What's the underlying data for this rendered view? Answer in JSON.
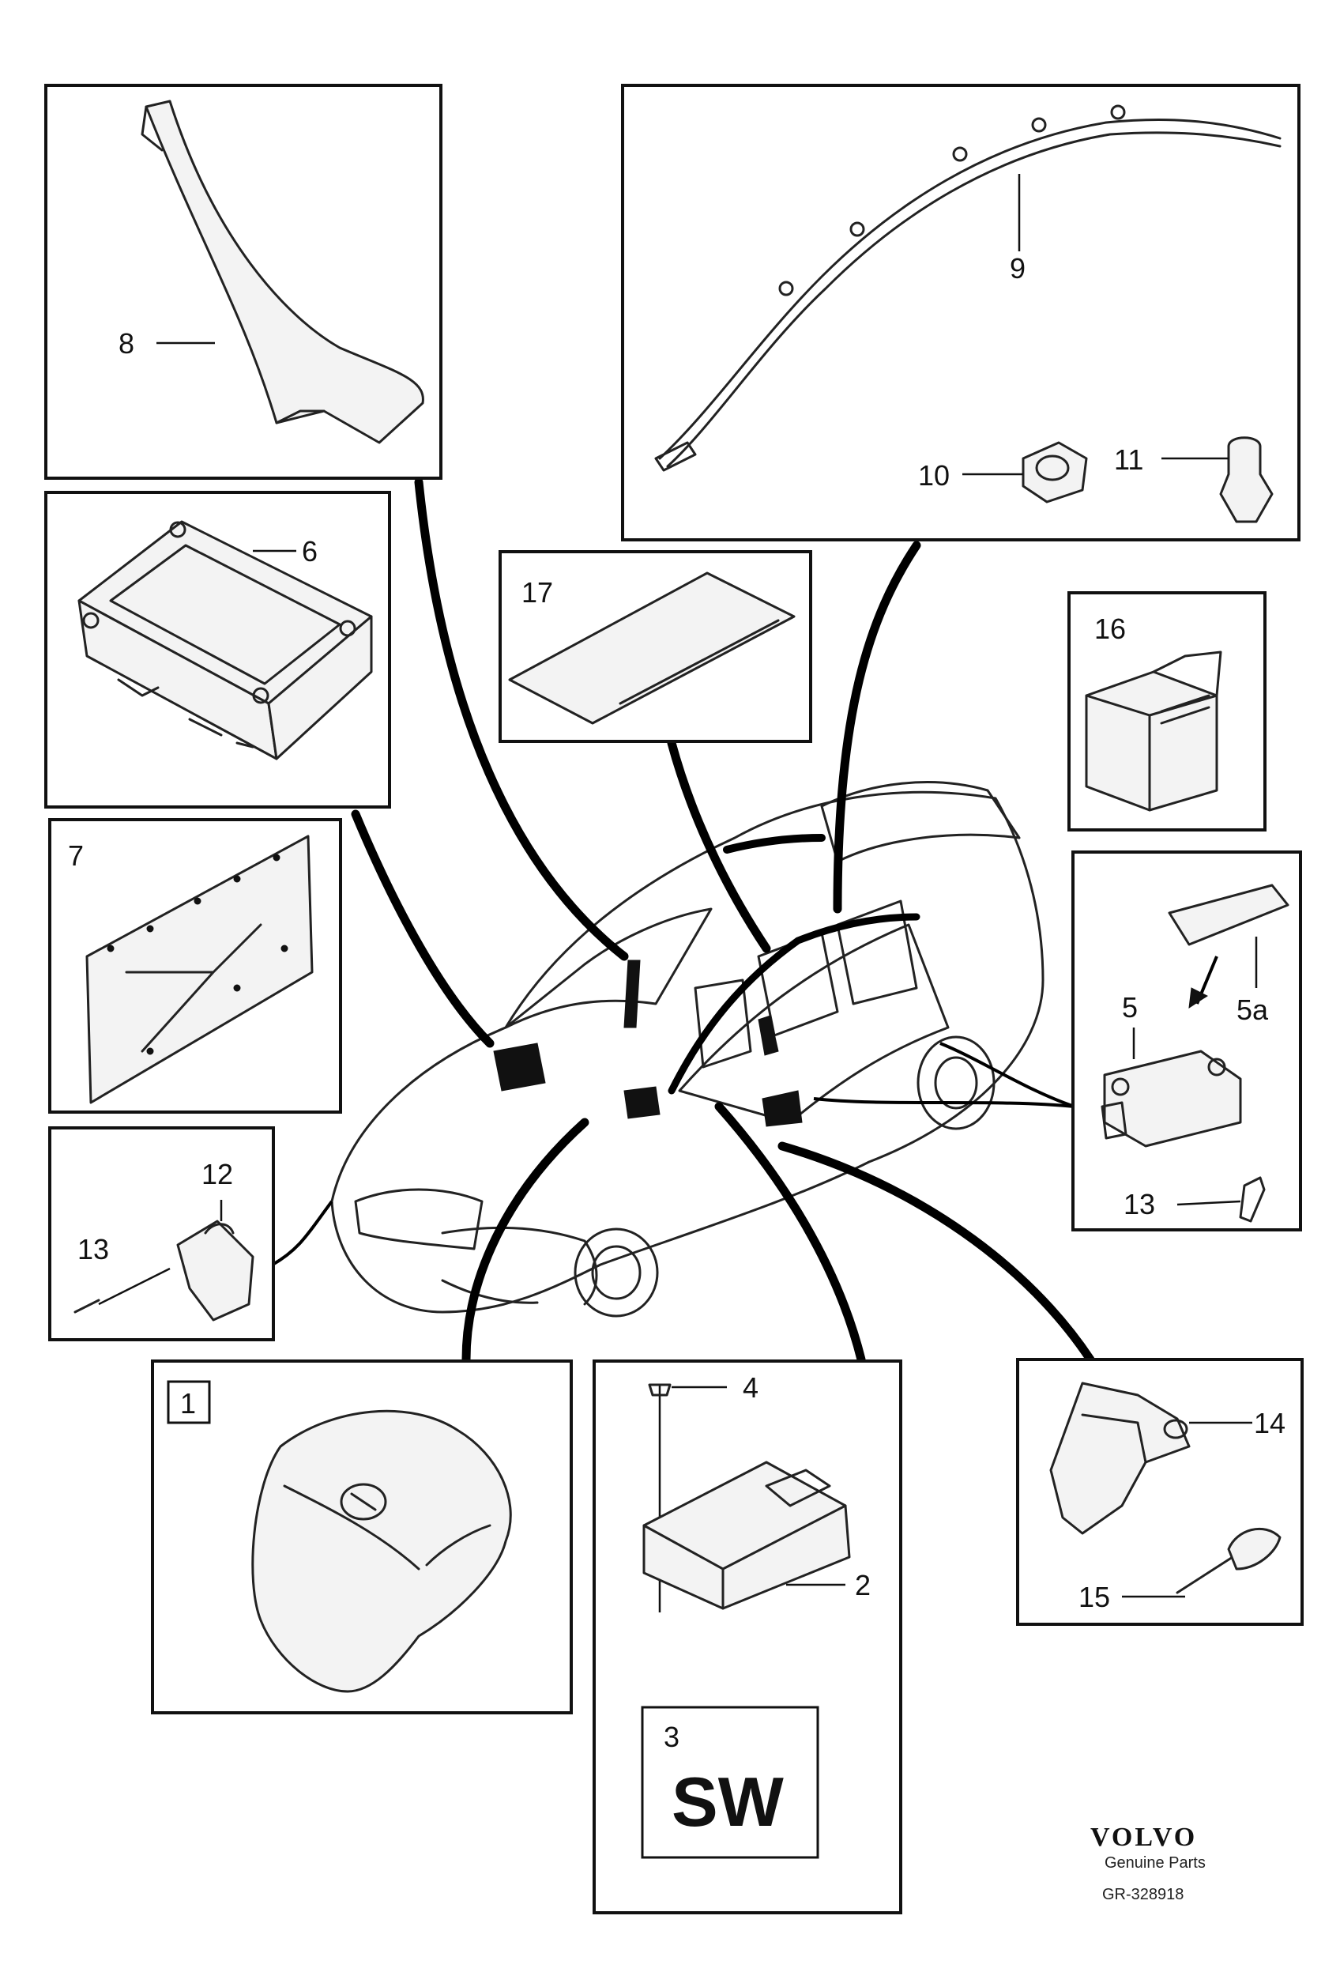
{
  "callouts": {
    "c1": "1",
    "c2": "2",
    "c3": "3",
    "c4": "4",
    "c5": "5",
    "c5a": "5a",
    "c6": "6",
    "c7": "7",
    "c8": "8",
    "c9": "9",
    "c10": "10",
    "c11": "11",
    "c12": "12",
    "c13a": "13",
    "c13b": "13",
    "c14": "14",
    "c15": "15",
    "c16": "16",
    "c17": "17"
  },
  "software_label": "SW",
  "footer": {
    "brand": "VOLVO",
    "subtitle": "Genuine Parts",
    "drawing_number": "GR-328918"
  }
}
